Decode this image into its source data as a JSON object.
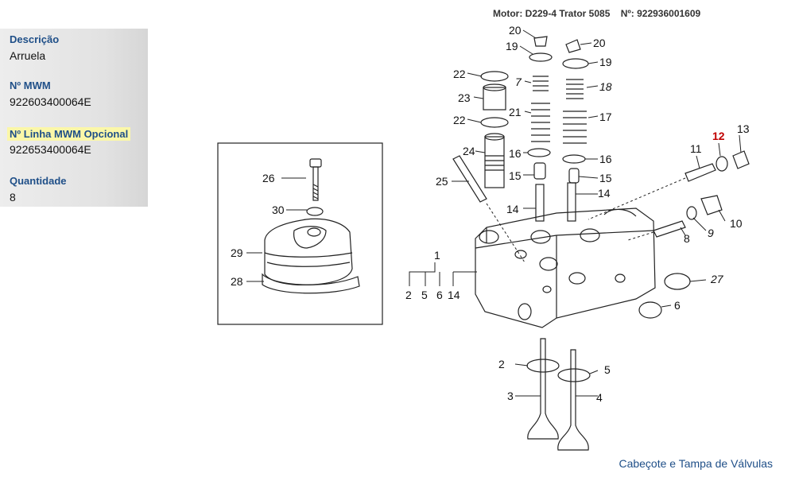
{
  "header": {
    "engine": "Motor: D229-4 Trator 5085",
    "part_ref": "Nº: 922936001609"
  },
  "part_info": {
    "description_label": "Descrição",
    "description_value": "Arruela",
    "mwm_label": "Nº MWM",
    "mwm_value": "922603400064E",
    "optional_label": "Nº Linha MWM Opcional",
    "optional_value": "922653400064E",
    "quantity_label": "Quantidade",
    "quantity_value": "8"
  },
  "caption": "Cabeçote e Tampa de Válvulas",
  "callouts": {
    "c1": "1",
    "c2_l": "2",
    "c5_l": "5",
    "c6_l": "6",
    "c14_l": "14",
    "c2": "2",
    "c3": "3",
    "c4": "4",
    "c5": "5",
    "c6": "6",
    "c7": "7",
    "c8": "8",
    "c9": "9",
    "c10": "10",
    "c11": "11",
    "c12": "12",
    "c13": "13",
    "c14a": "14",
    "c14b": "14",
    "c15a": "15",
    "c15b": "15",
    "c16a": "16",
    "c16b": "16",
    "c17": "17",
    "c18": "18",
    "c19a": "19",
    "c19b": "19",
    "c20a": "20",
    "c20b": "20",
    "c21": "21",
    "c22a": "22",
    "c22b": "22",
    "c23": "23",
    "c24": "24",
    "c25": "25",
    "c26": "26",
    "c27": "27",
    "c28": "28",
    "c29": "29",
    "c30": "30"
  },
  "colors": {
    "label_blue": "#1f4f88",
    "highlight": "#fbf7a8",
    "selected_callout": "#c00000"
  }
}
